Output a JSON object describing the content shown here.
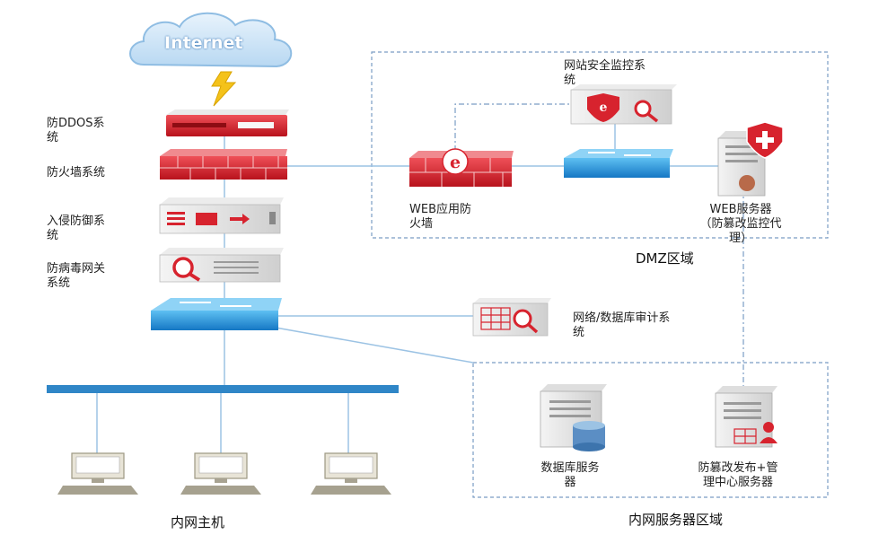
{
  "diagram": {
    "internet": "Internet",
    "devices": {
      "ddos": "防DDOS系\n统",
      "firewall": "防火墙系统",
      "ips": "入侵防御系\n统",
      "antivirus": "防病毒网关\n系统",
      "audit": "网络/数据库审计系\n统",
      "web_monitor": "网站安全监控系\n统",
      "waf": "WEB应用防\n火墙",
      "web_server": "WEB服务器\n（防篡改监控代\n理）",
      "db_server": "数据库服务\n器",
      "tamper_server": "防篡改发布+管\n理中心服务器"
    },
    "zones": {
      "dmz": "DMZ区域",
      "intranet_hosts": "内网主机",
      "server_zone": "内网服务器区域"
    },
    "colors": {
      "red": "#d7232e",
      "blue": "#1f8ad6",
      "line": "#9cc3e4",
      "dash": "#7a9cc4"
    }
  }
}
